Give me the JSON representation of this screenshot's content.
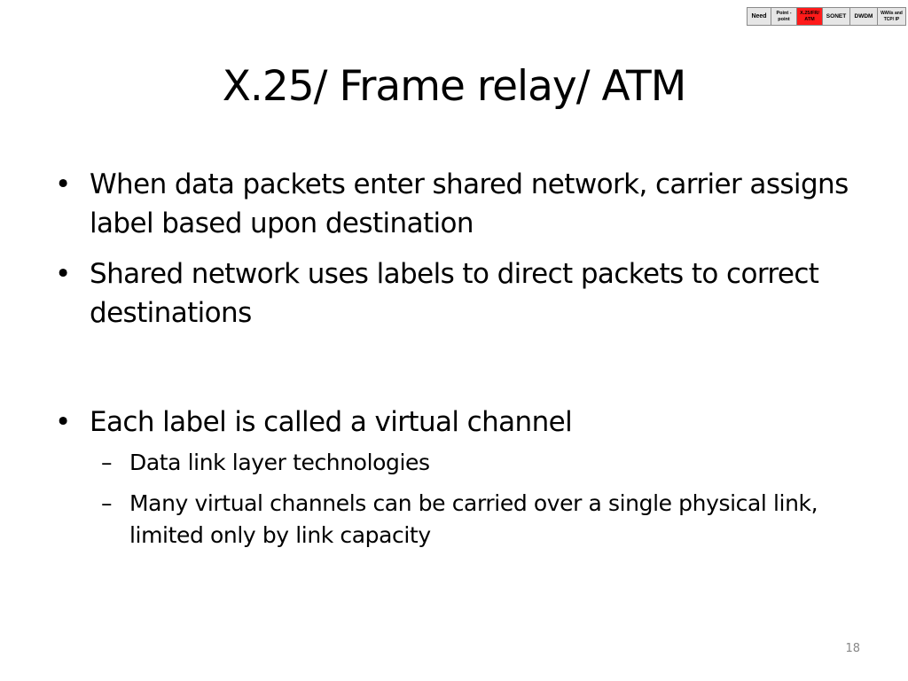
{
  "nav": {
    "need": "Need",
    "point_to_point": "Point -\npoint",
    "x25": "X.25/FR/\nATM",
    "sonet": "SONET",
    "dwdm": "DWDM",
    "wans": "WANs and\nTCP/ IP",
    "active_color": "#ff1a1a"
  },
  "title": "X.25/ Frame relay/ ATM",
  "bullets": [
    "When data packets enter shared network, carrier assigns label based upon destination",
    "Shared network uses labels to direct packets to correct destinations",
    "Each label is called a virtual channel"
  ],
  "sub_bullets": [
    "Data link layer technologies",
    "Many virtual channels can be carried over a single physical link, limited only by link capacity"
  ],
  "bullet_mark": "•",
  "sub_mark": "–",
  "page_number": "18"
}
